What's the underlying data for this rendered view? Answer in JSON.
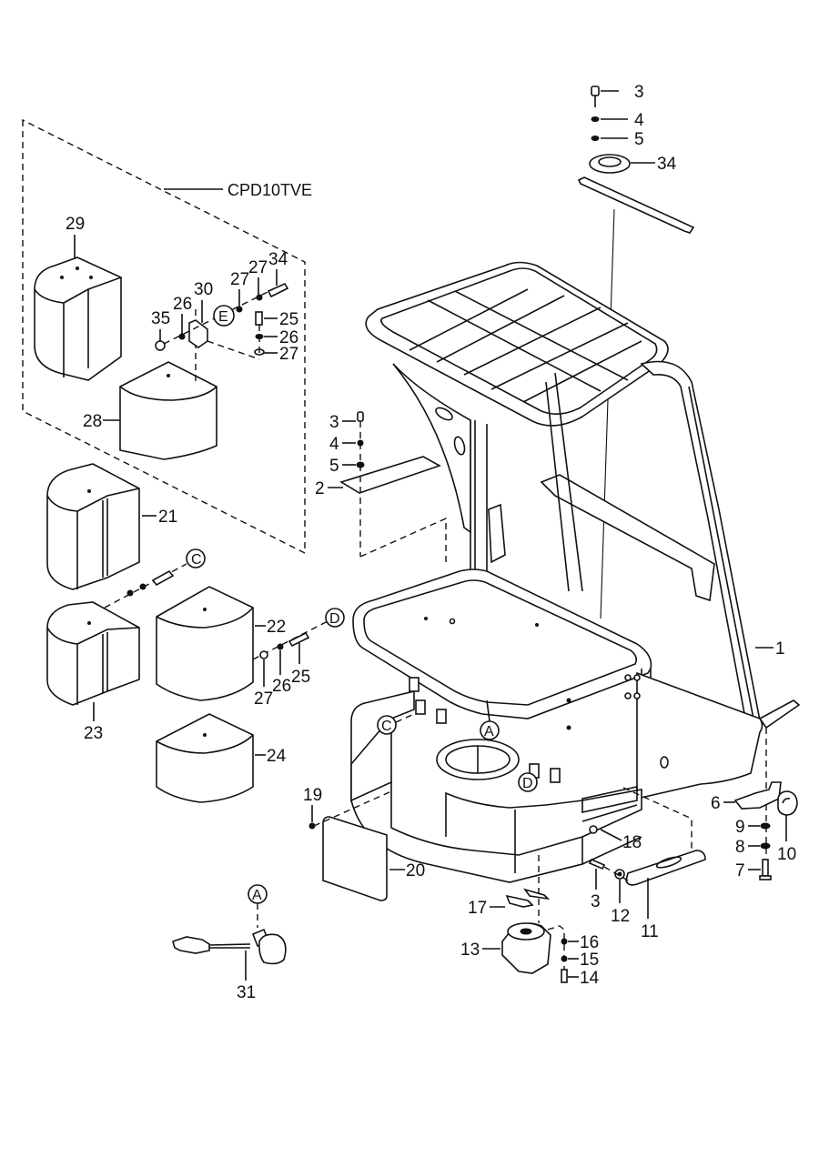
{
  "diagram": {
    "type": "exploded parts diagram",
    "variant_label": "CPD10TVE",
    "callouts": [
      {
        "id": "c1",
        "text": "1"
      },
      {
        "id": "c2",
        "text": "2"
      },
      {
        "id": "c3a",
        "text": "3"
      },
      {
        "id": "c4a",
        "text": "4"
      },
      {
        "id": "c5a",
        "text": "5"
      },
      {
        "id": "c34a",
        "text": "34"
      },
      {
        "id": "c3b",
        "text": "3"
      },
      {
        "id": "c4b",
        "text": "4"
      },
      {
        "id": "c5b",
        "text": "5"
      },
      {
        "id": "c29",
        "text": "29"
      },
      {
        "id": "c30",
        "text": "30"
      },
      {
        "id": "c27a",
        "text": "27"
      },
      {
        "id": "c27b",
        "text": "27"
      },
      {
        "id": "c26a",
        "text": "26"
      },
      {
        "id": "c34b",
        "text": "34"
      },
      {
        "id": "c35",
        "text": "35"
      },
      {
        "id": "c25a",
        "text": "25"
      },
      {
        "id": "c26b",
        "text": "26"
      },
      {
        "id": "c27c",
        "text": "27"
      },
      {
        "id": "c28",
        "text": "28"
      },
      {
        "id": "c21",
        "text": "21"
      },
      {
        "id": "c22",
        "text": "22"
      },
      {
        "id": "c23",
        "text": "23"
      },
      {
        "id": "c24",
        "text": "24"
      },
      {
        "id": "c25b",
        "text": "25"
      },
      {
        "id": "c26c",
        "text": "26"
      },
      {
        "id": "c27d",
        "text": "27"
      },
      {
        "id": "c19",
        "text": "19"
      },
      {
        "id": "c20",
        "text": "20"
      },
      {
        "id": "c31",
        "text": "31"
      },
      {
        "id": "c17",
        "text": "17"
      },
      {
        "id": "c13",
        "text": "13"
      },
      {
        "id": "c16",
        "text": "16"
      },
      {
        "id": "c15",
        "text": "15"
      },
      {
        "id": "c14",
        "text": "14"
      },
      {
        "id": "c3c",
        "text": "3"
      },
      {
        "id": "c12",
        "text": "12"
      },
      {
        "id": "c11",
        "text": "11"
      },
      {
        "id": "c18",
        "text": "18"
      },
      {
        "id": "c6",
        "text": "6"
      },
      {
        "id": "c9",
        "text": "9"
      },
      {
        "id": "c8",
        "text": "8"
      },
      {
        "id": "c7",
        "text": "7"
      },
      {
        "id": "c10",
        "text": "10"
      }
    ],
    "reference_markers": {
      "A": "A",
      "C": "C",
      "D": "D",
      "E": "E"
    }
  }
}
